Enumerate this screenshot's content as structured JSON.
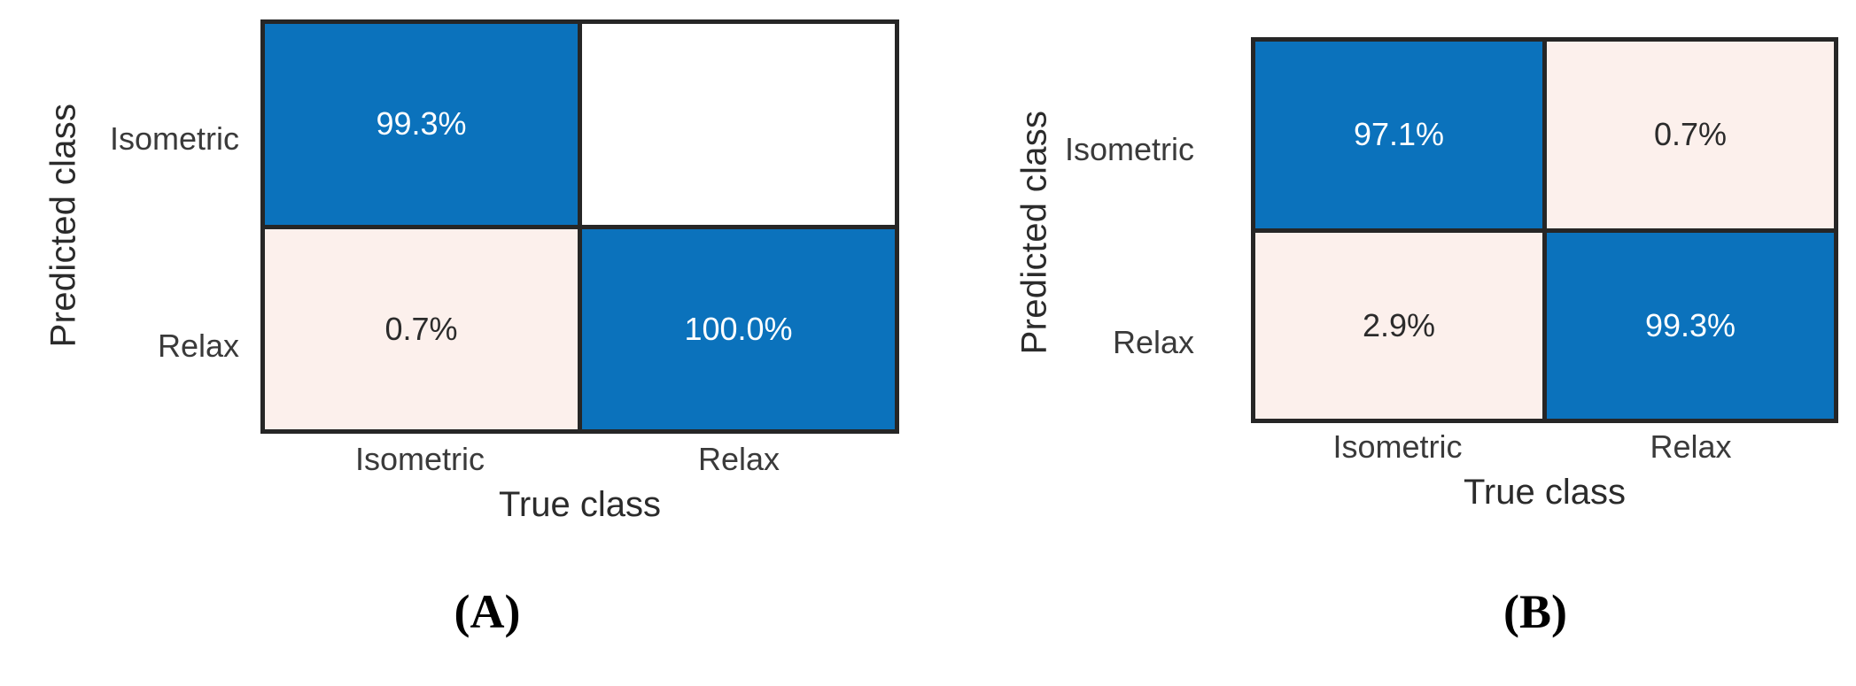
{
  "figure": {
    "type": "confusion-matrix-pair",
    "classes": [
      "Isometric",
      "Relax"
    ],
    "axis_titles": {
      "x": "True class",
      "y": "Predicted class"
    },
    "colors": {
      "blue": "#0b72bc",
      "cream": "#fcf0ec",
      "white": "#ffffff",
      "border": "#262626",
      "text_dark": "#2b2b2b",
      "text_light": "#ffffff"
    }
  },
  "panels": [
    {
      "caption": "(A)",
      "ylabel": "Predicted class",
      "xlabel": "True class",
      "yticks": [
        "Isometric",
        "Relax"
      ],
      "xticks": [
        "Isometric",
        "Relax"
      ],
      "cells": [
        {
          "value": "99.3%",
          "style": "blue"
        },
        {
          "value": "",
          "style": "white"
        },
        {
          "value": "0.7%",
          "style": "cream"
        },
        {
          "value": "100.0%",
          "style": "blue"
        }
      ]
    },
    {
      "caption": "(B)",
      "ylabel": "Predicted class",
      "xlabel": "True class",
      "yticks": [
        "Isometric",
        "Relax"
      ],
      "xticks": [
        "Isometric",
        "Relax"
      ],
      "cells": [
        {
          "value": "97.1%",
          "style": "blue"
        },
        {
          "value": "0.7%",
          "style": "cream"
        },
        {
          "value": "2.9%",
          "style": "cream"
        },
        {
          "value": "99.3%",
          "style": "blue"
        }
      ]
    }
  ],
  "chart_data": [
    {
      "type": "heatmap",
      "title": "(A)",
      "xlabel": "True class",
      "ylabel": "Predicted class",
      "x_categories": [
        "Isometric",
        "Relax"
      ],
      "y_categories": [
        "Isometric",
        "Relax"
      ],
      "unit": "percent",
      "values": [
        [
          99.3,
          0.0
        ],
        [
          0.7,
          100.0
        ]
      ],
      "labels": [
        [
          "99.3%",
          ""
        ],
        [
          "0.7%",
          "100.0%"
        ]
      ],
      "grid": true,
      "legend": "none"
    },
    {
      "type": "heatmap",
      "title": "(B)",
      "xlabel": "True class",
      "ylabel": "Predicted class",
      "x_categories": [
        "Isometric",
        "Relax"
      ],
      "y_categories": [
        "Isometric",
        "Relax"
      ],
      "unit": "percent",
      "values": [
        [
          97.1,
          0.7
        ],
        [
          2.9,
          99.3
        ]
      ],
      "labels": [
        [
          "97.1%",
          "0.7%"
        ],
        [
          "2.9%",
          "99.3%"
        ]
      ],
      "grid": true,
      "legend": "none"
    }
  ]
}
